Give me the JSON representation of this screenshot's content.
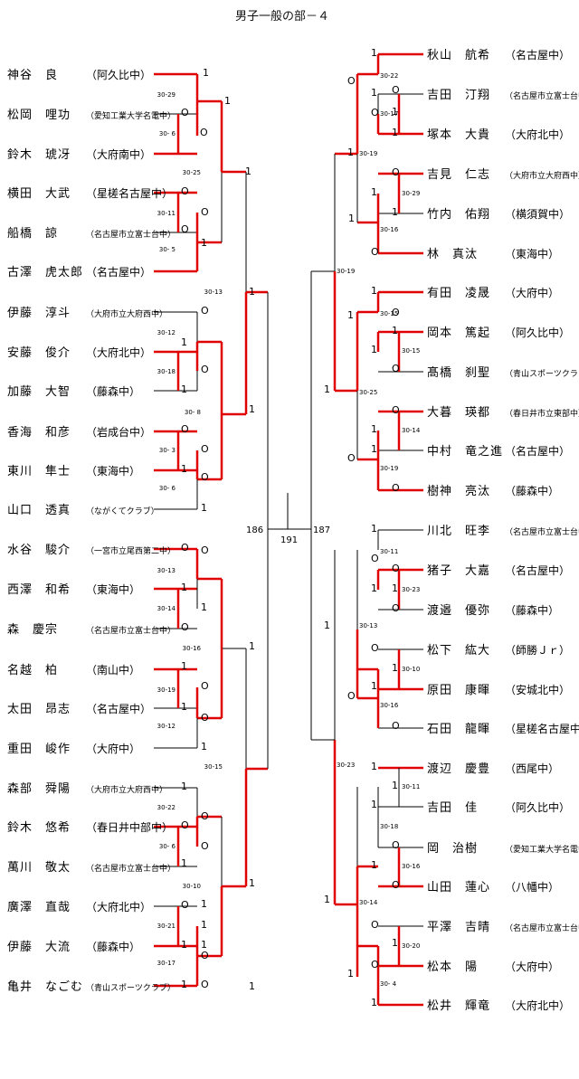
{
  "title": "男子一般の部－４",
  "left_players": [
    {
      "name": "神谷　良",
      "club": "（阿久比中）"
    },
    {
      "name": "松岡　哩功",
      "club": "（愛知工業大学名電中）"
    },
    {
      "name": "鈴木　琥冴",
      "club": "（大府南中）"
    },
    {
      "name": "横田　大武",
      "club": "（星槎名古屋中）"
    },
    {
      "name": "船橋　諒",
      "club": "（名古屋市立富士台中）"
    },
    {
      "name": "古澤　虎太郎",
      "club": "（名古屋中）"
    },
    {
      "name": "伊藤　淳斗",
      "club": "（大府市立大府西中）"
    },
    {
      "name": "安藤　俊介",
      "club": "（大府北中）"
    },
    {
      "name": "加藤　大智",
      "club": "（藤森中）"
    },
    {
      "name": "香海　和彦",
      "club": "（岩成台中）"
    },
    {
      "name": "東川　隼士",
      "club": "（東海中）"
    },
    {
      "name": "山口　透真",
      "club": "（ながくてクラブ）"
    },
    {
      "name": "水谷　駿介",
      "club": "（一宮市立尾西第二中）"
    },
    {
      "name": "西澤　和希",
      "club": "（東海中）"
    },
    {
      "name": "森　慶宗",
      "club": "（名古屋市立富士台中）"
    },
    {
      "name": "名越　柏",
      "club": "（南山中）"
    },
    {
      "name": "太田　昂志",
      "club": "（名古屋中）"
    },
    {
      "name": "重田　峻作",
      "club": "（大府中）"
    },
    {
      "name": "森部　舜陽",
      "club": "（大府市立大府西中）"
    },
    {
      "name": "鈴木　悠希",
      "club": "（春日井中部中）"
    },
    {
      "name": "萬川　敬太",
      "club": "（名古屋市立富士台中）"
    },
    {
      "name": "廣澤　直哉",
      "club": "（大府北中）"
    },
    {
      "name": "伊藤　大流",
      "club": "（藤森中）"
    },
    {
      "name": "亀井　なごむ",
      "club": "（青山スポーツクラブ）"
    }
  ],
  "right_players": [
    {
      "name": "秋山　航希",
      "club": "（名古屋中）"
    },
    {
      "name": "吉田　汀翔",
      "club": "（名古屋市立富士台中）"
    },
    {
      "name": "塚本　大貴",
      "club": "（大府北中）"
    },
    {
      "name": "吉見　仁志",
      "club": "（大府市立大府西中）"
    },
    {
      "name": "竹内　佑翔",
      "club": "（横須賀中）"
    },
    {
      "name": "林　真汰",
      "club": "（東海中）"
    },
    {
      "name": "有田　凌晟",
      "club": "（大府中）"
    },
    {
      "name": "岡本　篤起",
      "club": "（阿久比中）"
    },
    {
      "name": "髙橋　刹聖",
      "club": "（青山スポーツクラブ）"
    },
    {
      "name": "大暮　瑛都",
      "club": "（春日井市立東部中）"
    },
    {
      "name": "中村　竜之進",
      "club": "（名古屋中）"
    },
    {
      "name": "樹神　亮汰",
      "club": "（藤森中）"
    },
    {
      "name": "川北　旺李",
      "club": "（名古屋市立富士台中）"
    },
    {
      "name": "猪子　大嘉",
      "club": "（名古屋中）"
    },
    {
      "name": "渡邉　優弥",
      "club": "（藤森中）"
    },
    {
      "name": "松下　紘大",
      "club": "（師勝Ｊｒ）"
    },
    {
      "name": "原田　康暉",
      "club": "（安城北中）"
    },
    {
      "name": "石田　龍暉",
      "club": "（星槎名古屋中）"
    },
    {
      "name": "渡辺　慶豊",
      "club": "（西尾中）"
    },
    {
      "name": "吉田　佳",
      "club": "（阿久比中）"
    },
    {
      "name": "岡　治樹",
      "club": "（愛知工業大学名電中）"
    },
    {
      "name": "山田　蓮心",
      "club": "（八幡中）"
    },
    {
      "name": "平澤　吉晴",
      "club": "（名古屋市立富士台中）"
    },
    {
      "name": "松本　陽",
      "club": "（大府中）"
    },
    {
      "name": "松井　輝竜",
      "club": "（大府北中）"
    }
  ],
  "left_scores": [
    "30-29",
    "30- 6",
    "30-25",
    "30-11",
    "30- 5",
    "30-13",
    "30-12",
    "30-18",
    "30- 8",
    "30- 3",
    "30- 6",
    "30-13",
    "30-14",
    "30-16",
    "30-19",
    "30-12",
    "30-15",
    "30-22",
    "30- 6",
    "30-10",
    "30-21",
    "30-17"
  ],
  "right_scores": [
    "30-22",
    "30-17",
    "30-19",
    "30-29",
    "30-16",
    "30-19",
    "30-15",
    "30-15",
    "30-25",
    "30-14",
    "30-19",
    "30-11",
    "30-23",
    "30-13",
    "30-10",
    "30-16",
    "30-23",
    "30-11",
    "30-18",
    "30-16",
    "30-14",
    "30-20",
    "30- 4"
  ],
  "left_marks": [
    "1",
    "1",
    "O",
    "O",
    "1",
    "O",
    "O",
    "O",
    "1",
    "1",
    "O",
    "1",
    "O",
    "1",
    "1",
    "O",
    "O",
    "1",
    "O",
    "1",
    "O",
    "O",
    "1",
    "1",
    "O",
    "1",
    "1",
    "O",
    "1",
    "O",
    "1",
    "1",
    "O",
    "O",
    "O",
    "1",
    "1",
    "1",
    "O",
    "1",
    "1",
    "1",
    "O",
    "O",
    "1",
    "1"
  ],
  "right_marks": [
    "1",
    "O",
    "1",
    "O",
    "1",
    "O",
    "1",
    "1",
    "O",
    "1",
    "1",
    "1",
    "O",
    "1",
    "O",
    "1",
    "1",
    "1",
    "O",
    "1",
    "O",
    "O",
    "1",
    "1",
    "O",
    "1",
    "O",
    "O",
    "1",
    "1",
    "O",
    "1",
    "O",
    "1",
    "O",
    "1",
    "O",
    "1",
    "1",
    "1",
    "O",
    "1",
    "O",
    "1",
    "O",
    "1",
    "1",
    "O",
    "1"
  ],
  "center": {
    "left_total": "186",
    "right_total": "187",
    "final_score": "191"
  }
}
